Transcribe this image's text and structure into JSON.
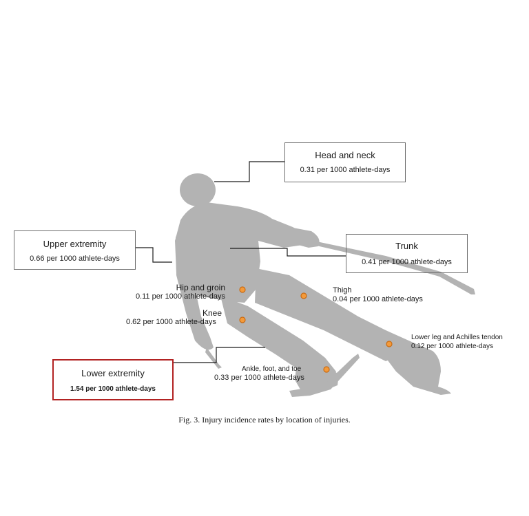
{
  "figure": {
    "caption": "Fig. 3.  Injury incidence rates by location of injuries."
  },
  "regions": {
    "head_neck": {
      "title": "Head and neck",
      "rate": "0.31 per 1000 athlete-days"
    },
    "upper_extremity": {
      "title": "Upper extremity",
      "rate": "0.66 per 1000 athlete-days"
    },
    "trunk": {
      "title": "Trunk",
      "rate": "0.41 per 1000 athlete-days"
    },
    "lower_extremity": {
      "title": "Lower extremity",
      "rate": "1.54 per 1000 athlete-days",
      "border_color": "#b22222"
    }
  },
  "sites": {
    "hip_groin": {
      "name": "Hip and groin",
      "rate": "0.11 per 1000 athlete-days"
    },
    "thigh": {
      "name": "Thigh",
      "rate": "0.04 per 1000 athlete-days"
    },
    "knee": {
      "name": "Knee",
      "rate": "0.62 per 1000 athlete-days"
    },
    "lower_leg": {
      "name": "Lower leg and Achilles tendon",
      "rate": "0.12 per 1000 athlete-days"
    },
    "ankle": {
      "name": "Ankle, foot, and toe",
      "rate": "0.33 per 1000 athlete-days"
    }
  },
  "colors": {
    "silhouette": "#b3b3b3",
    "marker": "#f39a3b",
    "marker_edge": "#c96a10",
    "connector": "#1a1a1a"
  }
}
